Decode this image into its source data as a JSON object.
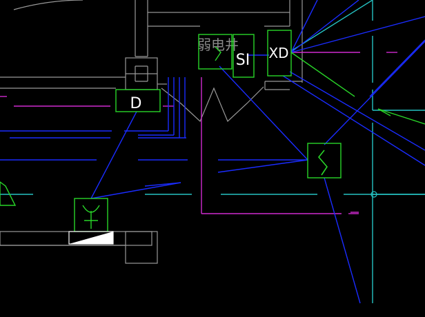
{
  "view": {
    "title": "",
    "background": "#000000"
  },
  "colors": {
    "wall": "#9a9a9a",
    "wire_blue": "#1a2cff",
    "magenta": "#d02ad0",
    "cyan": "#25c3c3",
    "green": "#29d629",
    "white": "#ffffff"
  },
  "labels": {
    "weak_current_shaft": "弱电井",
    "si_box": "SI",
    "xd_box": "XD",
    "d_box": "D"
  },
  "symbols": [
    {
      "name": "socket-symbol-left",
      "kind": "socket"
    },
    {
      "name": "switch-symbol-right",
      "kind": "switch"
    },
    {
      "name": "switch-symbol-top",
      "kind": "switch"
    },
    {
      "name": "distribution-box-symbol",
      "kind": "panel"
    }
  ]
}
